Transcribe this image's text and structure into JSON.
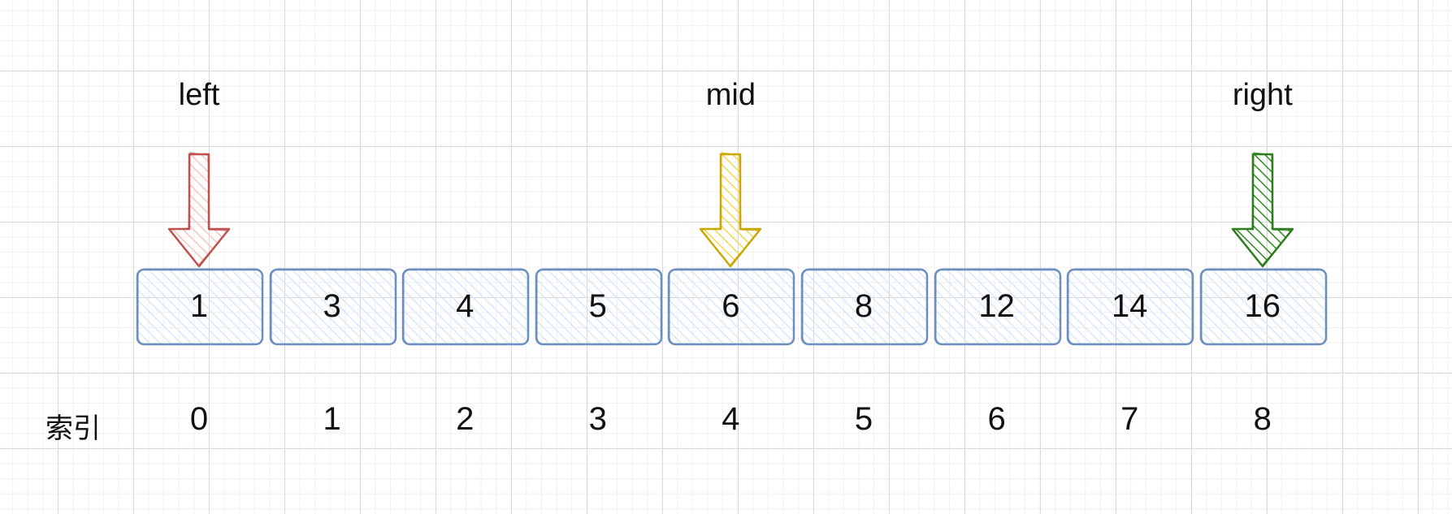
{
  "pointers": [
    {
      "label": "left",
      "index": 0,
      "color": "#c0504d",
      "fill": "#f4c7c3"
    },
    {
      "label": "mid",
      "index": 4,
      "color": "#c9a800",
      "fill": "#f2d94e"
    },
    {
      "label": "right",
      "index": 8,
      "color": "#2e7d1e",
      "fill": "#2e8b1e"
    }
  ],
  "array": {
    "values": [
      "1",
      "3",
      "4",
      "5",
      "6",
      "8",
      "12",
      "14",
      "16"
    ],
    "cell_stroke": "#6c8ebf",
    "cell_fill": "#dae8fc"
  },
  "index_row": {
    "label": "索引",
    "values": [
      "0",
      "1",
      "2",
      "3",
      "4",
      "5",
      "6",
      "7",
      "8"
    ]
  }
}
